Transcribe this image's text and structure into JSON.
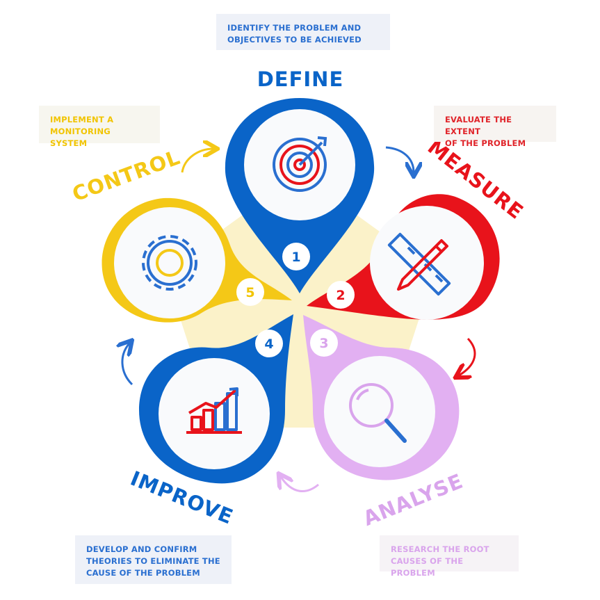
{
  "colors": {
    "define": "#0a64c8",
    "measure": "#e8131b",
    "analyse": "#e2b0f2",
    "improve": "#0a64c8",
    "control": "#f4c817",
    "center": "#fbf2c9"
  },
  "phases": [
    {
      "number": "1",
      "title": "DEFINE",
      "description": "IDENTIFY THE PROBLEM AND\nOBJECTIVES TO BE ACHIEVED",
      "icon": "target-icon"
    },
    {
      "number": "2",
      "title": "MEASURE",
      "description": "EVALUATE THE EXTENT\nOF THE PROBLEM",
      "icon": "ruler-pencil-icon"
    },
    {
      "number": "3",
      "title": "ANALYSE",
      "description": "RESEARCH THE ROOT\nCAUSES OF THE PROBLEM",
      "icon": "magnifier-icon"
    },
    {
      "number": "4",
      "title": "IMPROVE",
      "description": "DEVELOP AND CONFIRM\nTHEORIES TO ELIMINATE THE\nCAUSE OF THE PROBLEM",
      "icon": "growth-chart-icon"
    },
    {
      "number": "5",
      "title": "CONTROL",
      "description": "IMPLEMENT A\nMONITORING SYSTEM",
      "icon": "gear-icon"
    }
  ]
}
